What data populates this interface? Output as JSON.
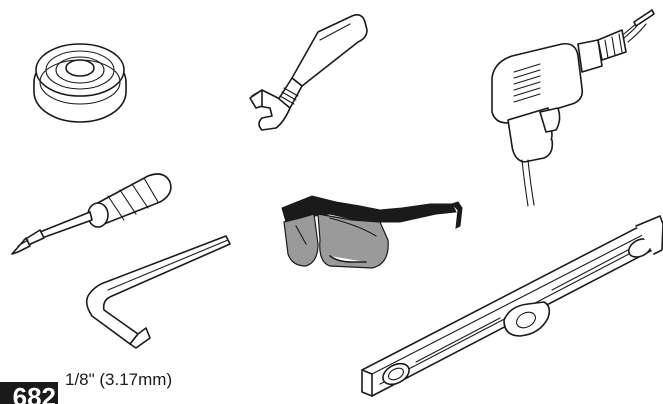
{
  "figure": {
    "number_label": "682",
    "size_callout": "1/8\" (3.17mm)"
  },
  "tools": [
    {
      "name": "tape-roll"
    },
    {
      "name": "adjustable-wrench"
    },
    {
      "name": "power-drill"
    },
    {
      "name": "phillips-screwdriver"
    },
    {
      "name": "safety-glasses"
    },
    {
      "name": "hex-key"
    },
    {
      "name": "level"
    }
  ]
}
